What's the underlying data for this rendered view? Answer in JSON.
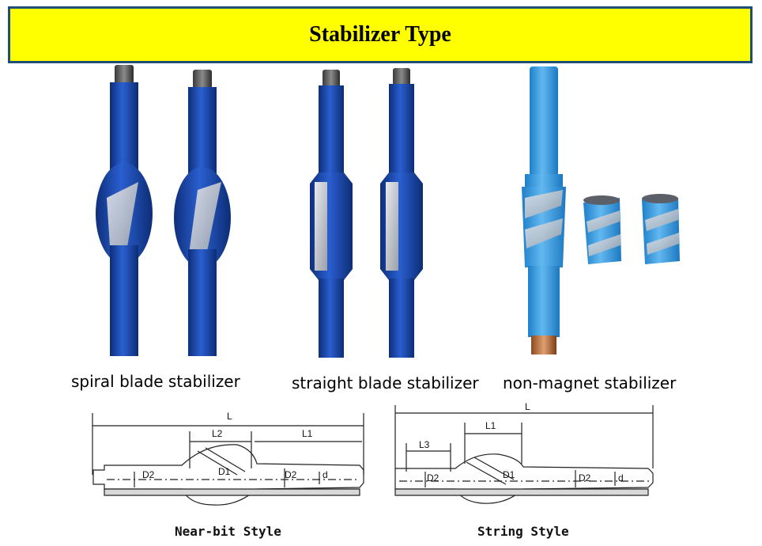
{
  "title": "Stabilizer Type",
  "captions": {
    "spiral": "spiral blade stabilizer",
    "straight": "straight blade stabilizer",
    "nonmagnet": "non-magnet  stabilizer"
  },
  "drawings": {
    "near_bit": {
      "label": "Near-bit Style",
      "dims": {
        "L": "L",
        "L1": "L1",
        "L2": "L2",
        "D1": "D1",
        "D2_left": "D2",
        "D2_right": "D2",
        "d": "d"
      }
    },
    "string": {
      "label": "String Style",
      "dims": {
        "L": "L",
        "L1": "L1",
        "L3": "L3",
        "D1": "D1",
        "D2_left": "D2",
        "D2_right": "D2",
        "d": "d"
      }
    }
  },
  "colors": {
    "title_bg": "#ffff00",
    "title_border": "#1f4e79",
    "tool_blue": "#1f4fb4",
    "nonmagnet_blue": "#3fa0e0",
    "blade_silver": "#c8ccd4"
  }
}
